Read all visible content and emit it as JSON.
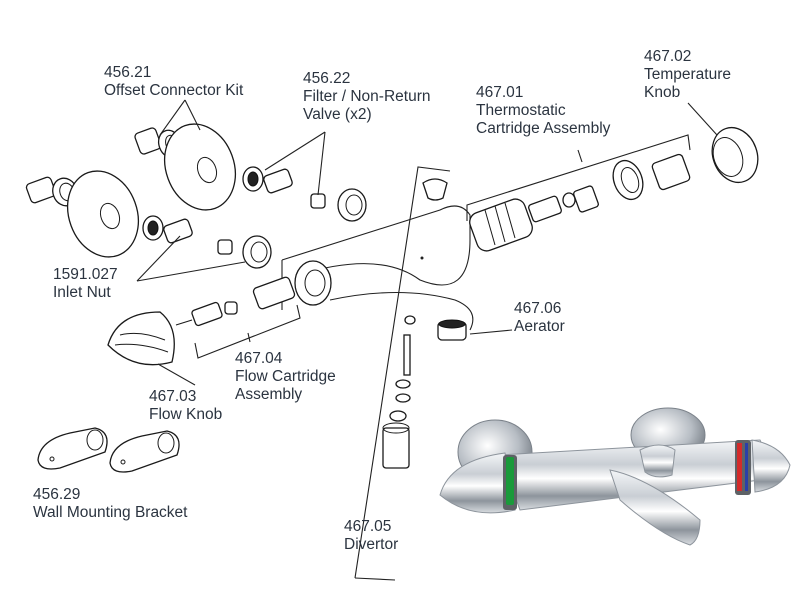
{
  "diagram": {
    "title": "Thermostatic Bath Shower Mixer - Exploded Parts Diagram",
    "parts": [
      {
        "code": "456.21",
        "name": "Offset Connector Kit"
      },
      {
        "code": "456.22",
        "name": "Filter / Non-Return",
        "name2": "Valve (x2)"
      },
      {
        "code": "467.01",
        "name": "Thermostatic",
        "name2": "Cartridge Assembly"
      },
      {
        "code": "467.02",
        "name": "Temperature",
        "name2": "Knob"
      },
      {
        "code": "1591.027",
        "name": "Inlet Nut"
      },
      {
        "code": "467.06",
        "name": "Aerator"
      },
      {
        "code": "467.04",
        "name": "Flow Cartridge",
        "name2": "Assembly"
      },
      {
        "code": "467.03",
        "name": "Flow Knob"
      },
      {
        "code": "456.29",
        "name": "Wall Mounting Bracket"
      },
      {
        "code": "467.05",
        "name": "Divertor"
      }
    ],
    "product_photo": {
      "description": "Chrome thermostatic bath mixer",
      "flow_ring_color": "#1a9a3a",
      "temp_ring_hot_color": "#d42a2a",
      "temp_ring_cold_color": "#2a3fa8"
    }
  }
}
